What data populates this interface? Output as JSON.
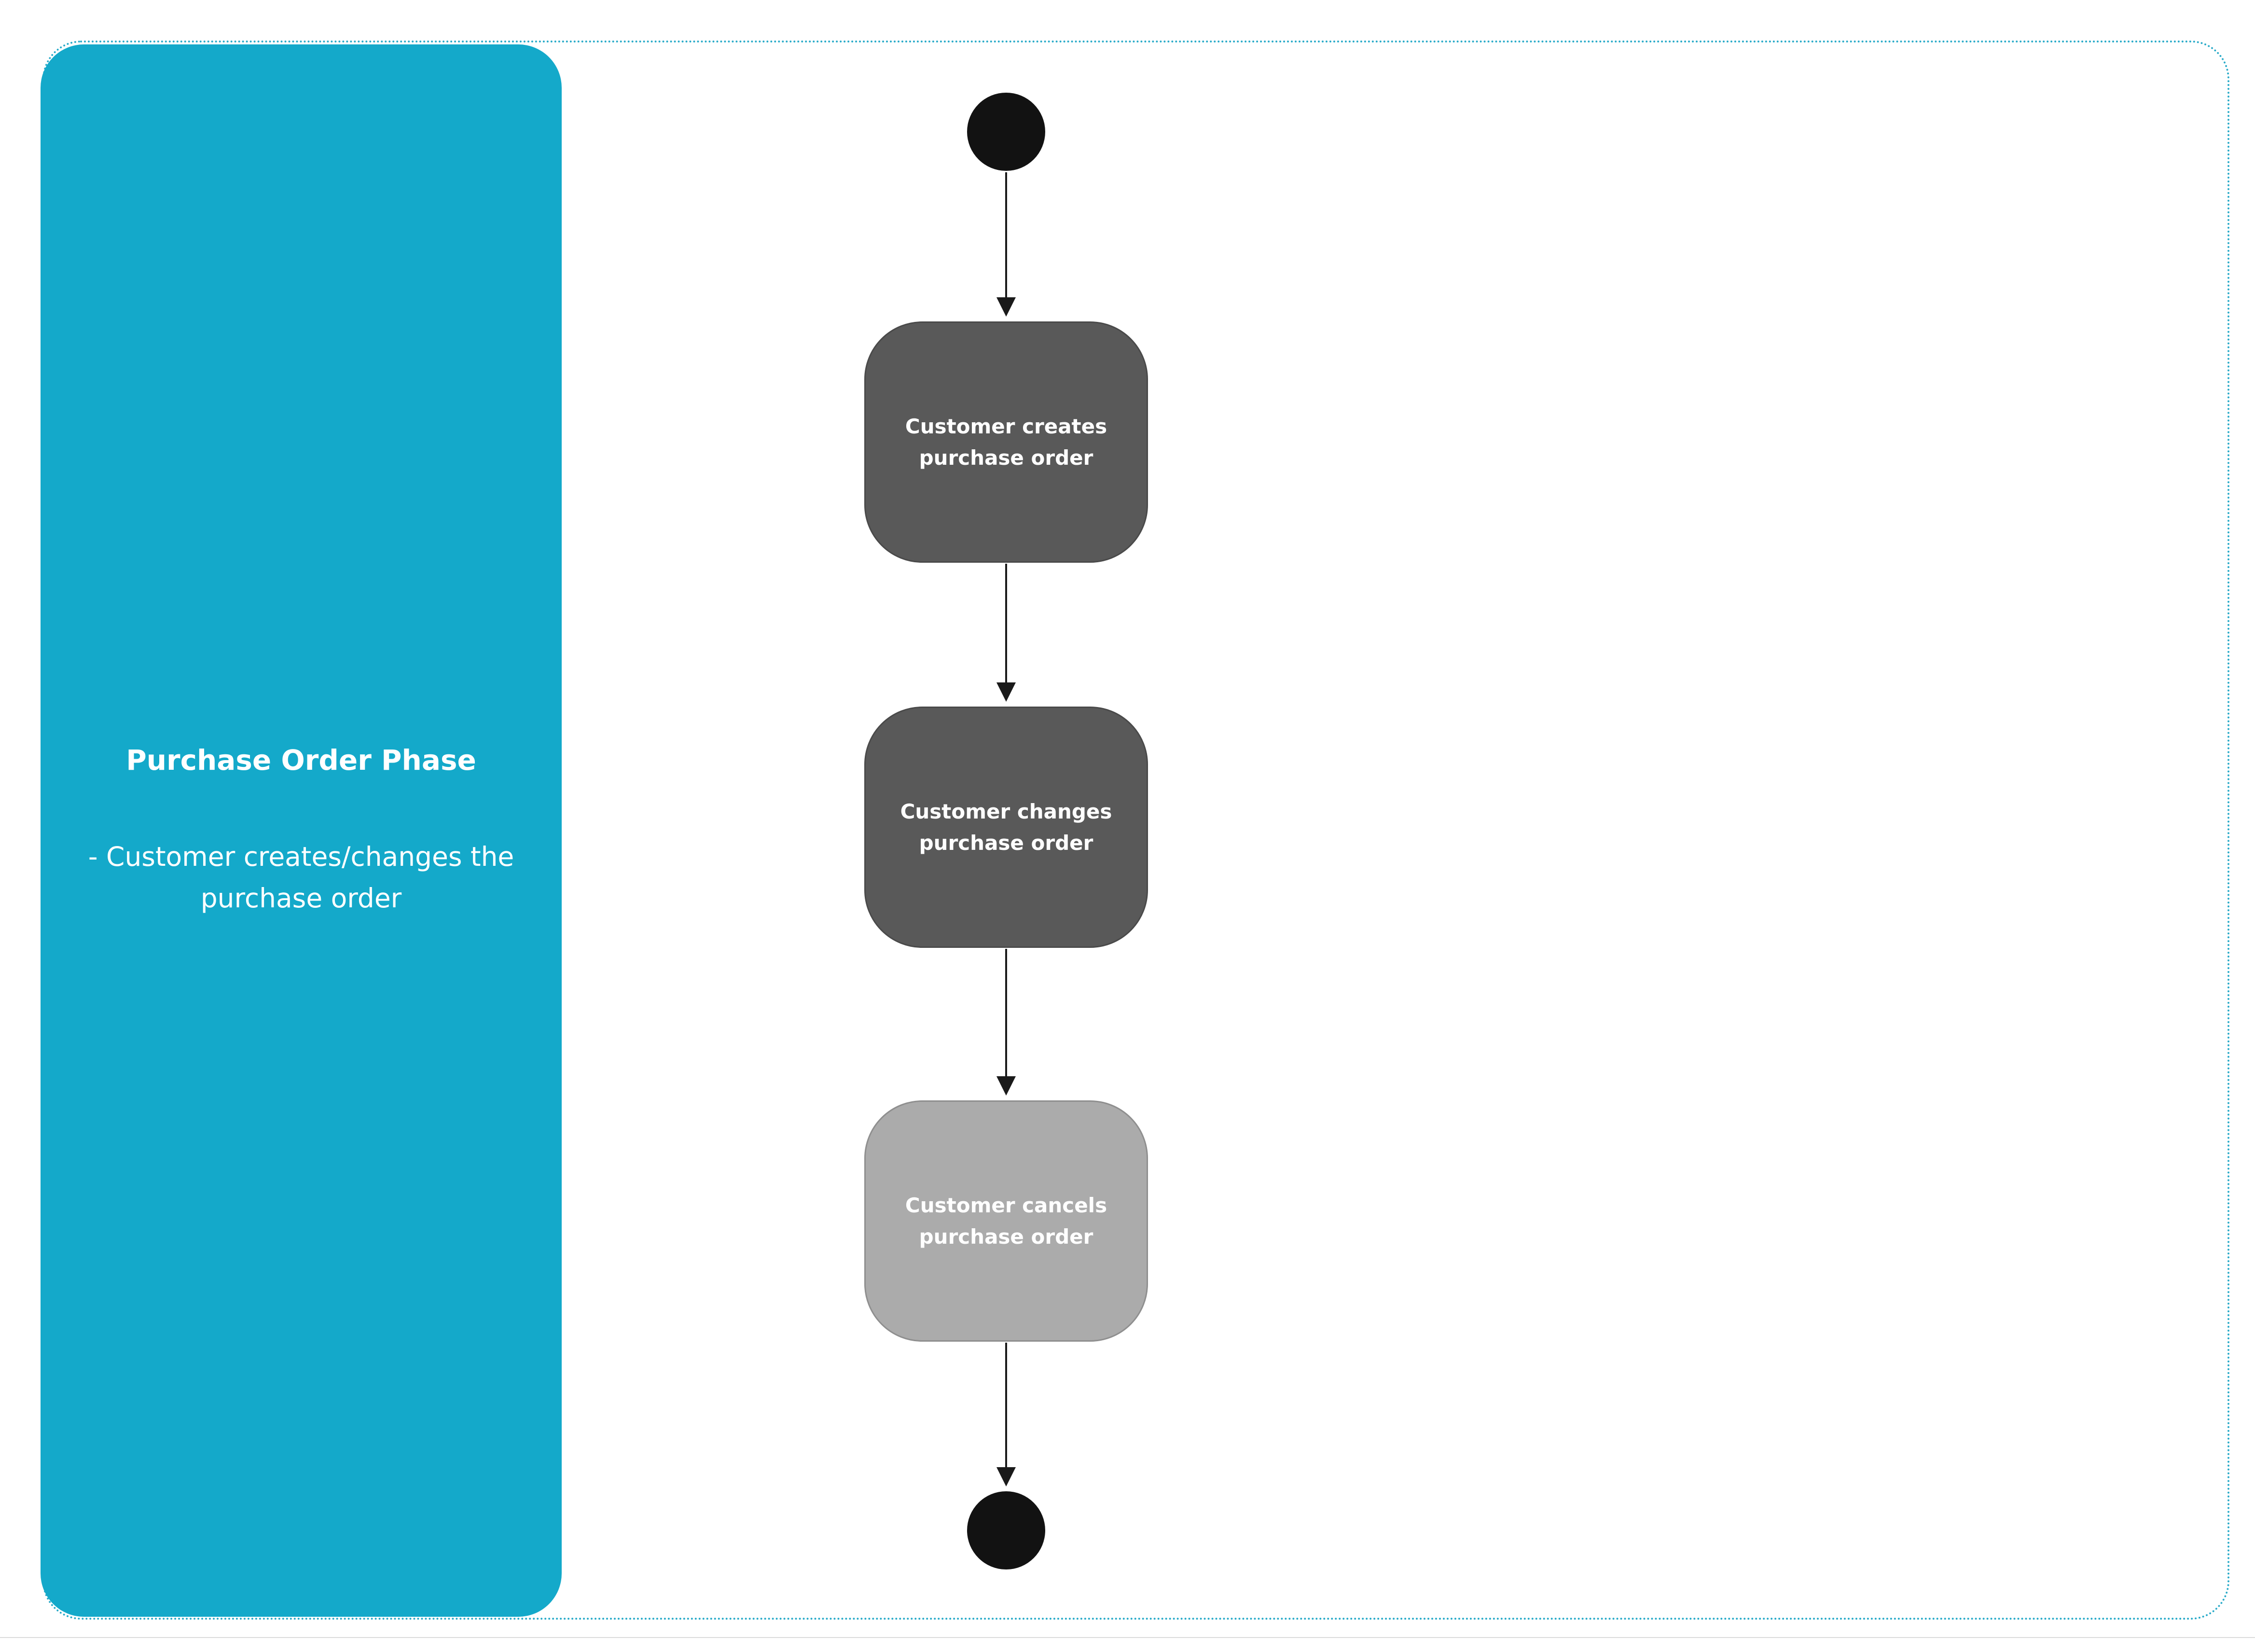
{
  "diagram": {
    "sidebar": {
      "title": "Purchase Order Phase",
      "description": "- Customer creates/changes the purchase order"
    },
    "nodes": {
      "start": {
        "type": "initial-node"
      },
      "step1": {
        "label": "Customer creates purchase order"
      },
      "step2": {
        "label": "Customer changes purchase order"
      },
      "step3": {
        "label": "Customer cancels purchase order"
      },
      "end": {
        "type": "final-node"
      }
    },
    "colors": {
      "lane_accent": "#14a9ca",
      "frame_dotted": "#2aabc9",
      "action_dark": "#595959",
      "action_light": "#ababab",
      "node_black": "#121212",
      "arrow": "#1a1a1a",
      "text_on_fill": "#ffffff"
    }
  }
}
